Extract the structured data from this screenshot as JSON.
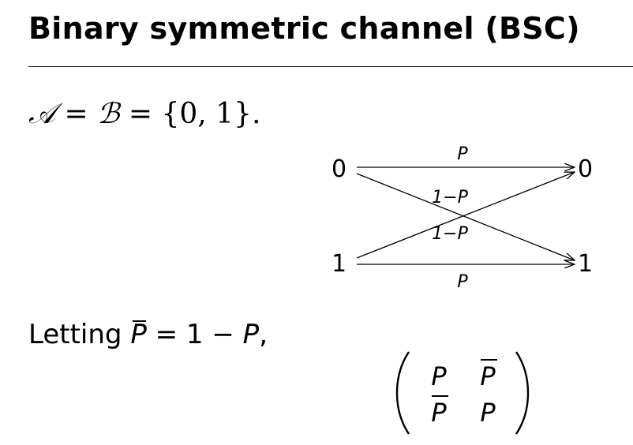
{
  "title": "Binary symmetric channel (BSC)",
  "sets_line": {
    "a": "𝒜",
    "eq1": " = ",
    "b": "ℬ",
    "eq2": " = {0, 1}."
  },
  "diagram": {
    "input_0": "0",
    "input_1": "1",
    "output_0": "0",
    "output_1": "1",
    "label_top": "P",
    "label_bottom": "P",
    "label_cross_upper": "1−P",
    "label_cross_lower": "1−P"
  },
  "letting": {
    "prefix": "Letting ",
    "pbar": "P",
    "middle": " = 1 − ",
    "p": "P",
    "suffix": ","
  },
  "matrix": {
    "r1c1": "P",
    "r1c2": "P",
    "r2c1": "P",
    "r2c2": "P"
  }
}
